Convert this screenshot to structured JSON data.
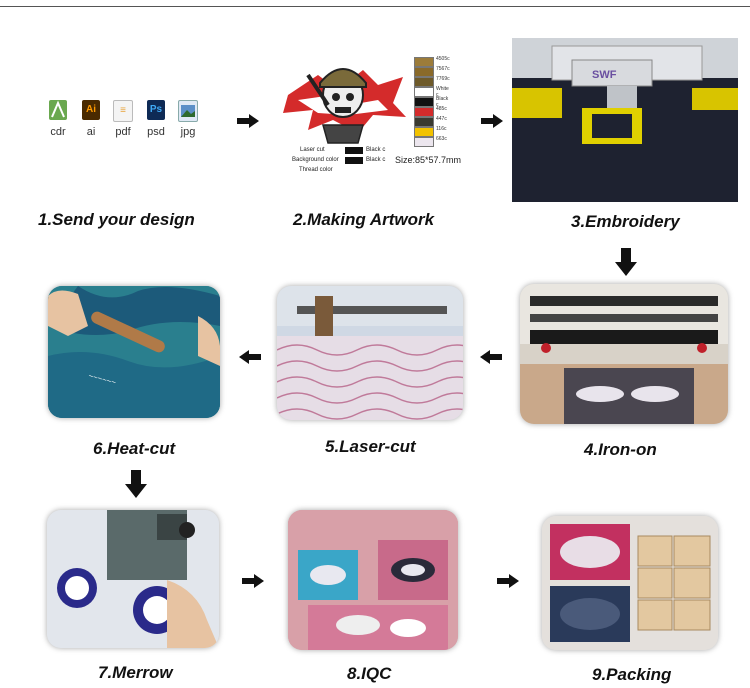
{
  "formats": [
    {
      "name": "cdr",
      "icon": "coreldraw-icon",
      "color": "#6aa84f"
    },
    {
      "name": "ai",
      "icon": "illustrator-icon",
      "color": "#8a5a00"
    },
    {
      "name": "pdf",
      "icon": "pdf-icon",
      "color": "#e8a33a"
    },
    {
      "name": "psd",
      "icon": "photoshop-icon",
      "color": "#1f5fa8"
    },
    {
      "name": "jpg",
      "icon": "image-icon",
      "color": "#5b8fc7"
    }
  ],
  "artwork": {
    "swatches": [
      {
        "code": "4505c",
        "color": "#9c7c3a"
      },
      {
        "code": "7567c",
        "color": "#8a6a2a"
      },
      {
        "code": "7769c",
        "color": "#6e5a2a"
      },
      {
        "code": "White c",
        "color": "#ffffff"
      },
      {
        "code": "Black c",
        "color": "#111111"
      },
      {
        "code": "485c",
        "color": "#d42b2b"
      },
      {
        "code": "447c",
        "color": "#3a3a30"
      },
      {
        "code": "116c",
        "color": "#f2c200"
      },
      {
        "code": "663c",
        "color": "#ece6ee"
      }
    ],
    "legend": [
      {
        "label": "Laser cut",
        "value": "Black c"
      },
      {
        "label": "Background color",
        "value": "Black c"
      },
      {
        "label": "Thread color",
        "value": ""
      }
    ],
    "size": "Size:85*57.7mm"
  },
  "steps": [
    {
      "label": "1.Send your design"
    },
    {
      "label": "2.Making Artwork"
    },
    {
      "label": "3.Embroidery"
    },
    {
      "label": "4.Iron-on"
    },
    {
      "label": "5.Laser-cut"
    },
    {
      "label": "6.Heat-cut"
    },
    {
      "label": "7.Merrow"
    },
    {
      "label": "8.IQC"
    },
    {
      "label": "9.Packing"
    }
  ],
  "machine_brand": "SWF"
}
